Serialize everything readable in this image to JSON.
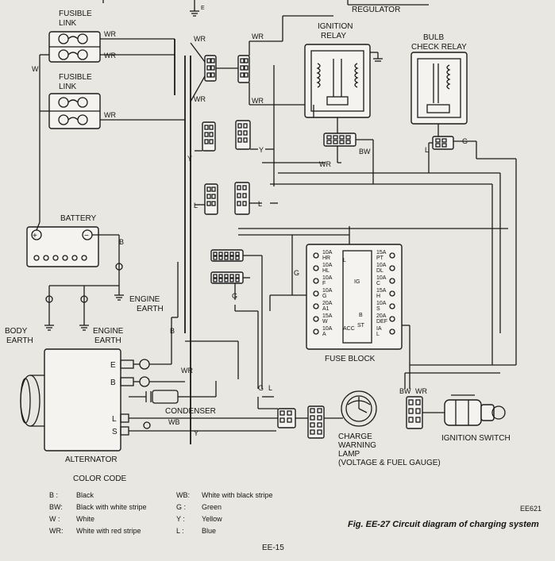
{
  "labels": {
    "regulator": "REGULATOR",
    "fusible_link_1": [
      "FUSIBLE",
      "LINK"
    ],
    "fusible_link_2": [
      "FUSIBLE",
      "LINK"
    ],
    "ignition_relay": [
      "IGNITION",
      "RELAY"
    ],
    "bulb_check_relay": [
      "BULB",
      "CHECK RELAY"
    ],
    "battery": "BATTERY",
    "engine_earth_1": [
      "ENGINE",
      "EARTH"
    ],
    "engine_earth_2": [
      "ENGINE",
      "EARTH"
    ],
    "body_earth": [
      "BODY",
      "EARTH"
    ],
    "fuse_block": "FUSE BLOCK",
    "condenser": "CONDENSER",
    "alternator": "ALTERNATOR",
    "charge_warning_lamp": [
      "CHARGE",
      "WARNING",
      "LAMP",
      "(VOLTAGE & FUEL GAUGE)"
    ],
    "ignition_switch": "IGNITION SWITCH"
  },
  "alternator_terminals": [
    "E",
    "B",
    "L",
    "S"
  ],
  "wire_labels": {
    "WR": "WR",
    "W": "W",
    "G": "G",
    "Y": "Y",
    "L": "L",
    "BW": "BW",
    "B": "B",
    "WB": "WB"
  },
  "fuses": {
    "left": [
      [
        "10A",
        "HR"
      ],
      [
        "10A",
        "HL"
      ],
      [
        "10A",
        "F"
      ],
      [
        "10A",
        "G"
      ],
      [
        "20A",
        "A1"
      ],
      [
        "15A",
        "W"
      ],
      [
        "10A",
        "A"
      ]
    ],
    "right": [
      [
        "15A",
        "PT"
      ],
      [
        "10A",
        "DL"
      ],
      [
        "10A",
        "C"
      ],
      [
        "15A",
        "H"
      ],
      [
        "10A",
        "S"
      ],
      [
        "20A",
        "DEF"
      ],
      [
        "IA",
        "L"
      ]
    ],
    "inner_tags": [
      "L",
      "IG",
      "B",
      "ACC",
      "ST"
    ]
  },
  "color_code": {
    "title": "COLOR CODE",
    "entries": [
      {
        "code": "B :",
        "name": "Black"
      },
      {
        "code": "BW:",
        "name": "Black with white stripe"
      },
      {
        "code": "W :",
        "name": "White"
      },
      {
        "code": "WR:",
        "name": "White with red stripe"
      },
      {
        "code": "WB:",
        "name": "White with black stripe"
      },
      {
        "code": "G :",
        "name": "Green"
      },
      {
        "code": "Y :",
        "name": "Yellow"
      },
      {
        "code": "L :",
        "name": "Blue"
      }
    ]
  },
  "figure_id": "EE621",
  "caption": "Fig. EE-27  Circuit diagram of charging system",
  "page_number": "EE-15"
}
